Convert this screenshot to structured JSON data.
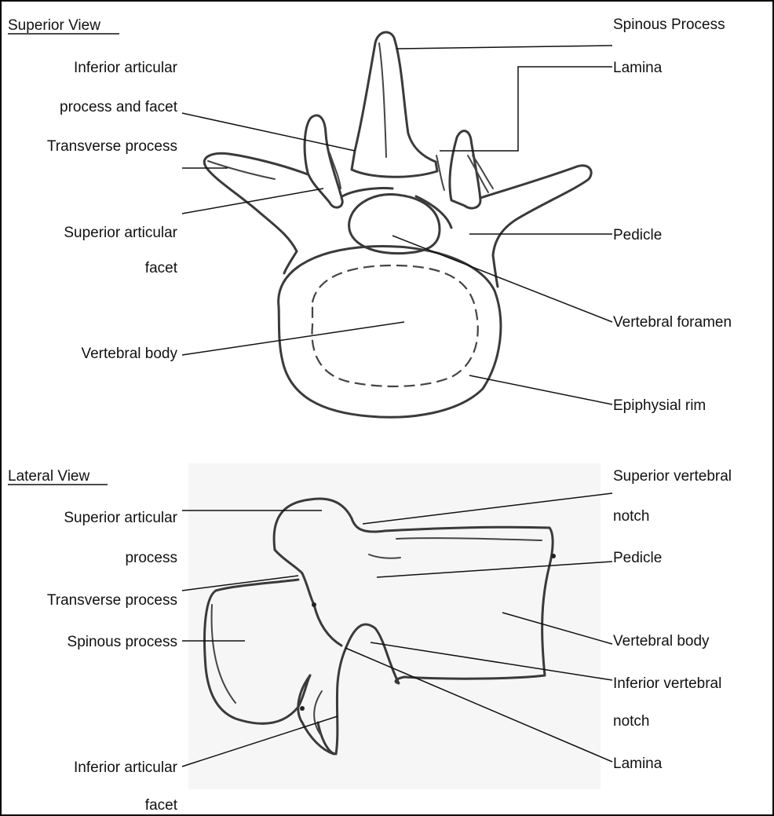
{
  "superior_view": {
    "title": "Superior View",
    "labels": {
      "inferior_articular_1": "Inferior articular",
      "inferior_articular_2": "process and facet",
      "transverse_process": "Transverse process",
      "superior_articular_1": "Superior articular",
      "superior_articular_2": "facet",
      "vertebral_body": "Vertebral body",
      "spinous_process": "Spinous Process",
      "lamina": "Lamina",
      "pedicle": "Pedicle",
      "vertebral_foramen": "Vertebral foramen",
      "epiphysial_rim": "Epiphysial rim"
    }
  },
  "lateral_view": {
    "title": "Lateral View",
    "labels": {
      "superior_articular_1": "Superior articular",
      "superior_articular_2": "process",
      "transverse_process": "Transverse process",
      "spinous_process": "Spinous process",
      "inferior_articular_1": "Inferior articular",
      "inferior_articular_2": "facet",
      "superior_vertebral_notch_1": "Superior vertebral",
      "superior_vertebral_notch_2": "notch",
      "pedicle": "Pedicle",
      "vertebral_body": "Vertebral body",
      "inferior_vertebral_notch_1": "Inferior vertebral",
      "inferior_vertebral_notch_2": "notch",
      "lamina": "Lamina"
    }
  }
}
